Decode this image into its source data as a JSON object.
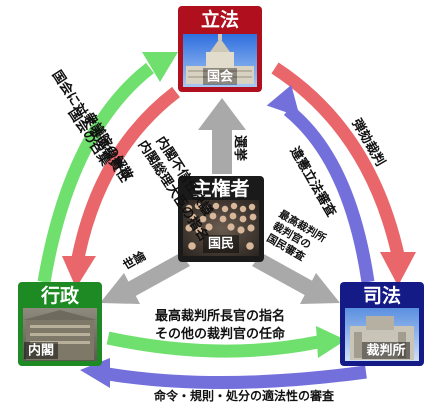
{
  "nodes": {
    "legislative": {
      "title": "立法",
      "label": "国会"
    },
    "executive": {
      "title": "行政",
      "label": "内閣"
    },
    "judicial": {
      "title": "司法",
      "label": "裁判所"
    },
    "sovereign": {
      "title": "主権者",
      "label": "国民"
    }
  },
  "arrows": {
    "diet_to_cabinet_label": "内閣総理大臣の指名",
    "diet_to_cabinet_label2": "内閣不信任決議",
    "cabinet_to_diet_label": "衆議院の解散",
    "cabinet_to_diet_label2": "国会の召集",
    "cabinet_responsibility": "国会に対する連帯責任",
    "diet_to_court_label": "弾劾裁判",
    "court_to_diet_label": "違憲立法審査",
    "cabinet_to_court_label": "最高裁判所長官の指名",
    "cabinet_to_court_label2": "その他の裁判官の任命",
    "court_to_cabinet_label": "命令・規則・処分の適法性の審査",
    "people_to_diet_label": "選挙",
    "people_to_cabinet_label": "世論",
    "people_to_court_label": "最高裁判所",
    "people_to_court_label2": "裁判官の",
    "people_to_court_label3": "国民審査"
  },
  "colors": {
    "legislative": "#b0101e",
    "executive": "#1d8a23",
    "judicial": "#141a86",
    "sovereign": "#1a1a1a",
    "arrow_red": "#e9676b",
    "arrow_green": "#6fe06d",
    "arrow_blue": "#7370dc",
    "arrow_gray": "#a9a9a9"
  }
}
